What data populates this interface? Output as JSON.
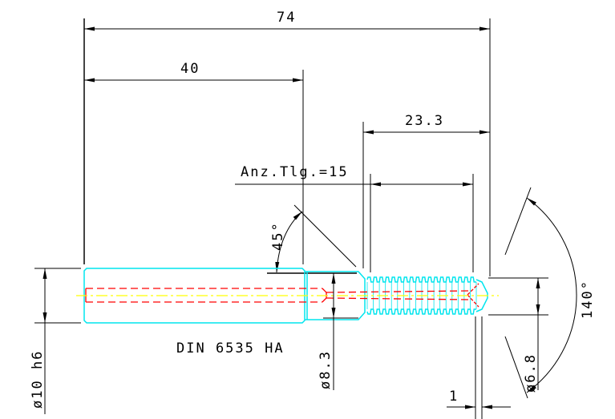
{
  "drawing": {
    "title_label": "DIN 6535 HA",
    "colors": {
      "outline": "#00e5ee",
      "hidden": "#ff0000",
      "centerline": "#ffff00",
      "dimension": "#000000"
    },
    "dimensions": {
      "overall_length": "74",
      "shank_length": "40",
      "thread_length": "23.3",
      "tooth_count": "Anz.Tlg.=15",
      "chamfer_angle": "45°",
      "point_angle": "140°",
      "shank_diameter": "ø10 h6",
      "neck_diameter": "ø8.3",
      "thread_diameter": "ø6.8",
      "tip_offset": "1"
    }
  }
}
